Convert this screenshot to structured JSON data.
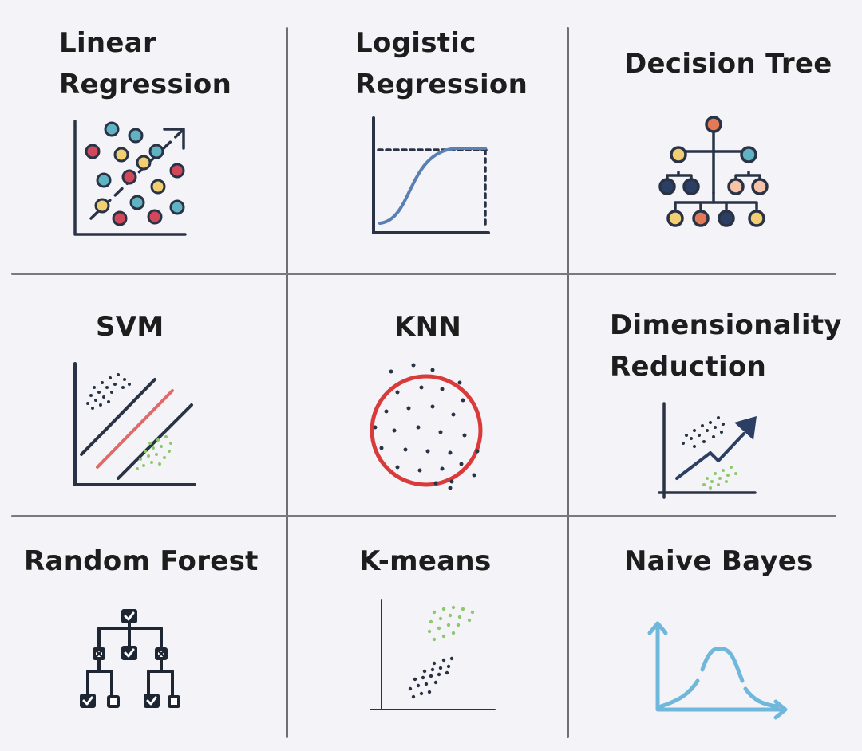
{
  "cells": [
    {
      "id": "linear-regression",
      "title_lines": [
        "Linear",
        "Regression"
      ],
      "icon": "scatter-trend-icon"
    },
    {
      "id": "logistic-regression",
      "title_lines": [
        "Logistic",
        "Regression"
      ],
      "icon": "sigmoid-curve-icon"
    },
    {
      "id": "decision-tree",
      "title_lines": [
        "Decision Tree"
      ],
      "icon": "tree-diagram-icon"
    },
    {
      "id": "svm",
      "title_lines": [
        "SVM"
      ],
      "icon": "hyperplane-icon"
    },
    {
      "id": "knn",
      "title_lines": [
        "KNN"
      ],
      "icon": "neighbor-circle-icon"
    },
    {
      "id": "dimensionality-reduction",
      "title_lines": [
        "Dimensionality",
        "Reduction"
      ],
      "icon": "reduction-chart-icon"
    },
    {
      "id": "random-forest",
      "title_lines": [
        "Random Forest"
      ],
      "icon": "forest-tree-icon"
    },
    {
      "id": "k-means",
      "title_lines": [
        "K-means"
      ],
      "icon": "clusters-icon"
    },
    {
      "id": "naive-bayes",
      "title_lines": [
        "Naive Bayes"
      ],
      "icon": "distribution-curve-icon"
    }
  ],
  "colors": {
    "red": "#d0485a",
    "teal": "#5fb3c2",
    "yellow": "#f2cf73",
    "navy": "#2b3e63",
    "orange": "#e27a56",
    "peach": "#f6c3a6",
    "line_blue": "#5a7fb5",
    "svm_red": "#e06a6a",
    "green": "#8dc86b",
    "light_blue": "#6fb8dc"
  }
}
